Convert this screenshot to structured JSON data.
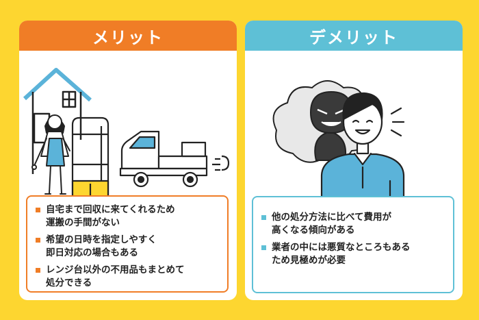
{
  "colors": {
    "background": "#FDD630",
    "merit_accent": "#F07D26",
    "demerit_accent": "#5EC0D6",
    "person_shirt": "#5BB3D9"
  },
  "merit": {
    "title": "メリット",
    "items": [
      {
        "lines": [
          "自宅まで回収に来てくれるため",
          "運搬の手間がない"
        ]
      },
      {
        "lines": [
          "希望の日時を指定しやすく",
          "即日対応の場合もある"
        ]
      },
      {
        "lines": [
          "レンジ台以外の不用品もまとめて",
          "処分できる"
        ]
      }
    ],
    "illustration_icons": [
      "house-icon",
      "woman-icon",
      "range-stand-icon",
      "truck-icon"
    ]
  },
  "demerit": {
    "title": "デメリット",
    "items": [
      {
        "lines": [
          "他の処分方法に比べて費用が",
          "高くなる傾向がある"
        ]
      },
      {
        "lines": [
          "業者の中には悪質なところもある",
          "ため見極めが必要"
        ]
      }
    ],
    "illustration_icons": [
      "thought-cloud-icon",
      "shady-figure-icon",
      "smiling-man-icon"
    ]
  }
}
